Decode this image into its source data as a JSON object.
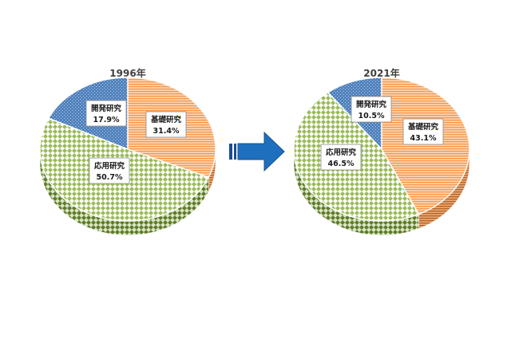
{
  "chart_data": [
    {
      "type": "pie",
      "title": "1996年",
      "categories": [
        "開発研究",
        "基礎研究",
        "応用研究"
      ],
      "values": [
        17.9,
        31.4,
        50.7
      ],
      "labels": [
        "17.9%",
        "31.4%",
        "50.7%"
      ]
    },
    {
      "type": "pie",
      "title": "2021年",
      "categories": [
        "開発研究",
        "基礎研究",
        "応用研究"
      ],
      "values": [
        10.5,
        43.1,
        46.5
      ],
      "labels": [
        "10.5%",
        "43.1%",
        "46.5%"
      ]
    }
  ],
  "colors": {
    "開発研究": "#4f81bd",
    "基礎研究": "#f79646",
    "応用研究": "#9bbb59",
    "arrow": "#1f6fbf"
  }
}
